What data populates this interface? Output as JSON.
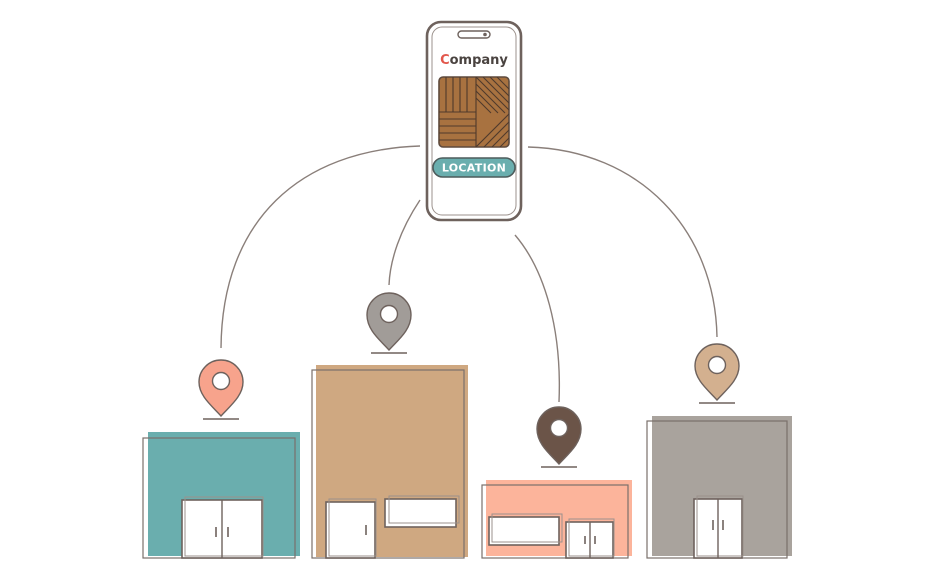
{
  "phone": {
    "brand_first_letter": "C",
    "brand_rest": "ompany",
    "location_button_label": "LOCATION"
  },
  "icons": {
    "phone": "smartphone-icon",
    "pin": "map-pin-icon",
    "logo": "wood-pattern-logo-icon"
  },
  "colors": {
    "outline": "#6e625d",
    "brand_accent": "#e2574c",
    "wood": "#a87240",
    "teal": "#6aaeae",
    "tan": "#cfa881",
    "salmon": "#fcb49b",
    "gray": "#a9a39d",
    "pin_salmon": "#f7a38c",
    "pin_gray": "#a19c98",
    "pin_brown": "#6b5448",
    "pin_tan": "#d3b08f"
  }
}
